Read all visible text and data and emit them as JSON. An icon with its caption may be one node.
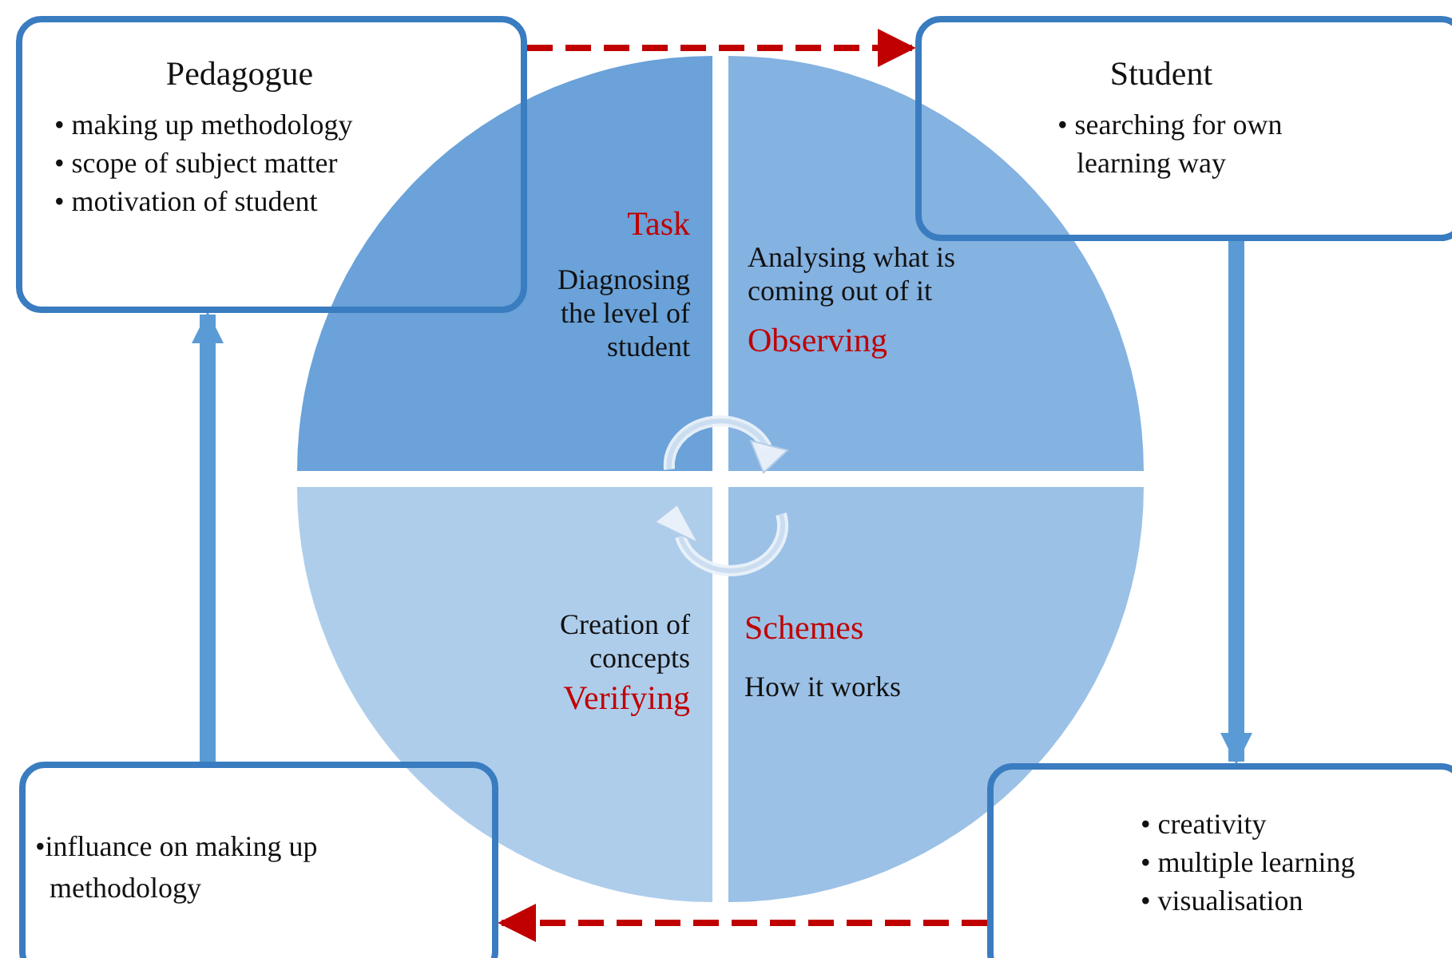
{
  "diagram": {
    "nodes": [
      {
        "text": [
          "Pedagogue",
          "• making up methodology",
          "• scope of subject matter",
          "• motivation of student"
        ]
      },
      {
        "text": [
          "Student",
          "• searching for own learning way"
        ]
      },
      {
        "text": [
          "Task",
          "Diagnosing the level of student"
        ]
      },
      {
        "text": [
          "Analysing what is coming out of it",
          "Observing"
        ]
      },
      {
        "text": [
          "Creation of concepts",
          "Verifying"
        ]
      },
      {
        "text": [
          "Schemes",
          "How it works"
        ]
      },
      {
        "text": [
          "•influance on making up methodology"
        ]
      },
      {
        "text": [
          "• creativity",
          "• multiple learning",
          "• visualisation"
        ]
      }
    ],
    "edges": [
      {
        "from": 0,
        "to": 1,
        "arrow": "to",
        "style": "dashed",
        "color": "#c00000"
      },
      {
        "from": 1,
        "to": 7,
        "arrow": "to",
        "style": "thick",
        "color": "#5b9bd5"
      },
      {
        "from": 7,
        "to": 6,
        "arrow": "to",
        "style": "dashed",
        "color": "#c00000"
      },
      {
        "from": 6,
        "to": 0,
        "arrow": "to",
        "style": "thick",
        "color": "#5b9bd5"
      }
    ]
  }
}
